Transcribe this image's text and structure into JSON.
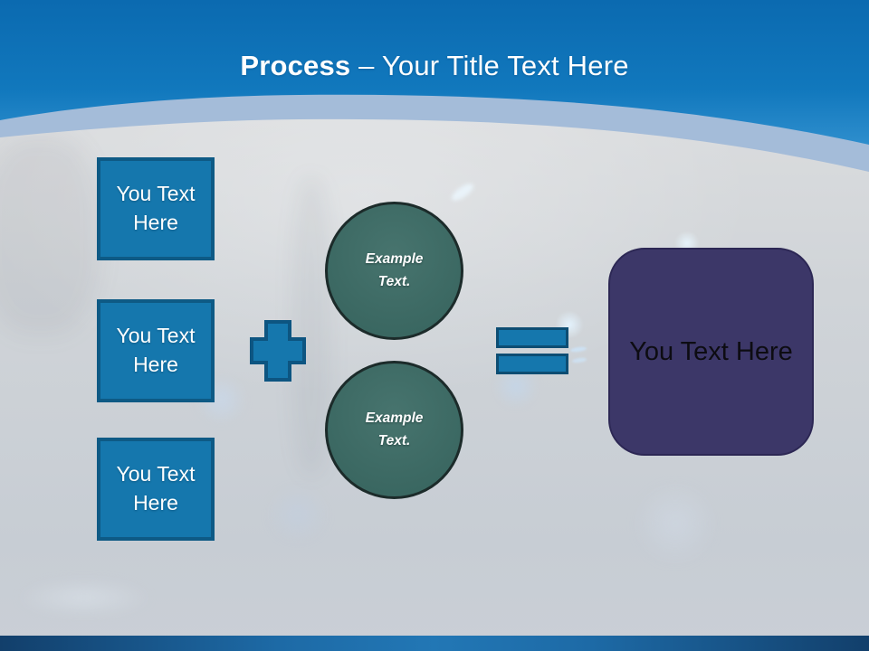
{
  "slide_title": {
    "bold": "Process",
    "rest": " – Your Title Text Here"
  },
  "input_boxes": [
    {
      "label": "You Text Here"
    },
    {
      "label": "You Text Here"
    },
    {
      "label": "You Text Here"
    }
  ],
  "example_circles": [
    {
      "label": "Example Text."
    },
    {
      "label": "Example Text."
    }
  ],
  "result_box": {
    "label": "You Text Here"
  },
  "colors": {
    "header_blue_top": "#0B6AB0",
    "header_blue_bottom": "#2E8ECD",
    "header_band": "#A4BCD9",
    "shape_blue": "#1577AD",
    "shape_blue_border": "#0E5A85",
    "circle_teal": "#3F6E69",
    "circle_border": "#1C2B2A",
    "result_purple": "#3C3768",
    "result_border": "#2C2754",
    "body_gray": "#CDD2D7",
    "footer_blue": "#1D6AA6"
  }
}
